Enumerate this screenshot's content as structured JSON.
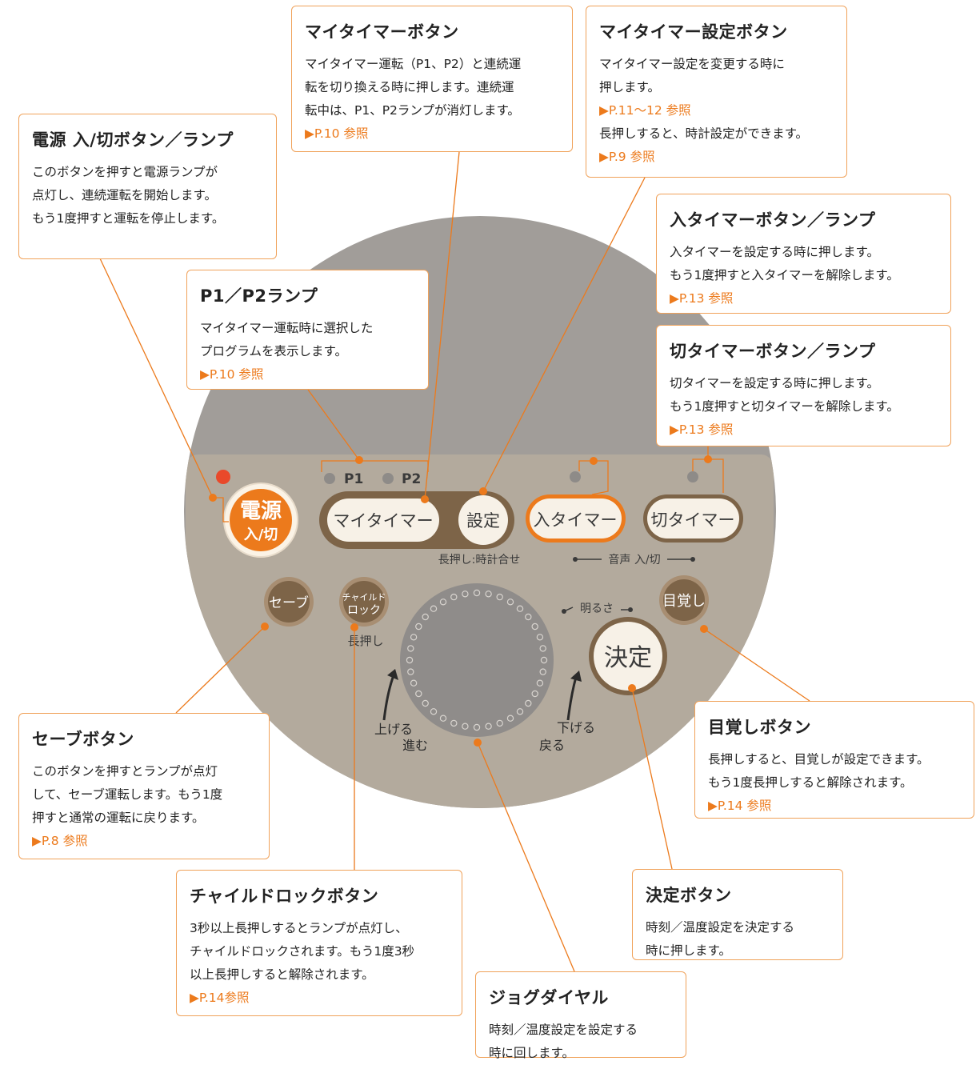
{
  "callouts": {
    "power": {
      "title": "電源 入/切ボタン／ランプ",
      "lines": [
        "このボタンを押すと電源ランプが",
        "点灯し、連続運転を開始します。",
        "もう1度押すと運転を停止します。"
      ],
      "ref": ""
    },
    "mytimer": {
      "title": "マイタイマーボタン",
      "lines": [
        "マイタイマー運転（P1、P2）と連続運",
        "転を切り換える時に押します。連続運",
        "転中は、P1、P2ランプが消灯します。"
      ],
      "ref": "▶P.10 参照"
    },
    "mytimer_set": {
      "title": "マイタイマー設定ボタン",
      "lines": [
        "マイタイマー設定を変更する時に",
        "押します。"
      ],
      "ref": "▶P.11〜12 参照",
      "lines2": [
        "長押しすると、時計設定ができます。"
      ],
      "ref2": "▶P.9 参照"
    },
    "in_timer": {
      "title": "入タイマーボタン／ランプ",
      "lines": [
        "入タイマーを設定する時に押します。",
        "もう1度押すと入タイマーを解除します。"
      ],
      "ref": "▶P.13 参照"
    },
    "off_timer": {
      "title": "切タイマーボタン／ランプ",
      "lines": [
        "切タイマーを設定する時に押します。",
        "もう1度押すと切タイマーを解除します。"
      ],
      "ref": "▶P.13 参照"
    },
    "p1p2": {
      "title": "P1／P2ランプ",
      "lines": [
        "マイタイマー運転時に選択した",
        "プログラムを表示します。"
      ],
      "ref": "▶P.10 参照"
    },
    "save": {
      "title": "セーブボタン",
      "lines": [
        "このボタンを押すとランプが点灯",
        "して、セーブ運転します。もう1度",
        "押すと通常の運転に戻ります。"
      ],
      "ref": "▶P.8 参照"
    },
    "wake": {
      "title": "目覚しボタン",
      "lines": [
        "長押しすると、目覚しが設定できます。",
        "もう1度長押しすると解除されます。"
      ],
      "ref": "▶P.14 参照"
    },
    "childlock": {
      "title": "チャイルドロックボタン",
      "lines": [
        "3秒以上長押しするとランプが点灯し、",
        "チャイルドロックされます。もう1度3秒",
        "以上長押しすると解除されます。"
      ],
      "ref": "▶P.14参照"
    },
    "decide": {
      "title": "決定ボタン",
      "lines": [
        "時刻／温度設定を決定する",
        "時に押します。"
      ],
      "ref": ""
    },
    "jog": {
      "title": "ジョグダイヤル",
      "lines": [
        "時刻／温度設定を設定する",
        "時に回します。"
      ],
      "ref": ""
    }
  },
  "panel": {
    "power_btn": [
      "電源",
      "入/切"
    ],
    "p1": "P1",
    "p2": "P2",
    "mytimer_btn": "マイタイマー",
    "settei_btn": "設定",
    "long_press_clock": "長押し:時計合せ",
    "in_timer_btn": "入タイマー",
    "off_timer_btn": "切タイマー",
    "voice": "音声 入/切",
    "save_btn": "セーブ",
    "childlock_btn": [
      "チャイルド",
      "ロック"
    ],
    "long_press": "長押し",
    "brightness": "明るさ",
    "wake_btn": "目覚し",
    "decide_btn": "決定",
    "up": [
      "上げる",
      "進む"
    ],
    "down": [
      "下げる",
      "戻る"
    ]
  },
  "colors": {
    "accent": "#ec7a1c",
    "panel": "#b3aa9d",
    "device": "#a19d99",
    "brown": "#7d6448"
  }
}
